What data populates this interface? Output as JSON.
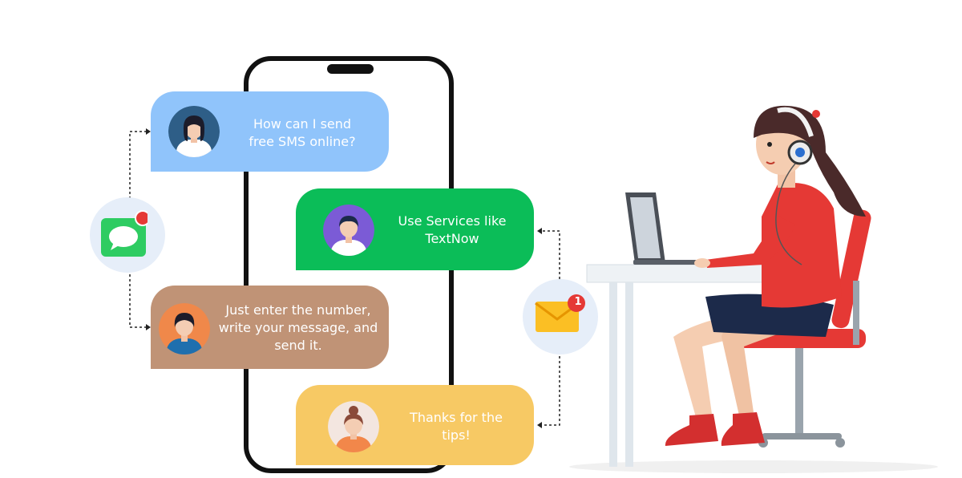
{
  "messages": [
    {
      "text_line1": "How can I send",
      "text_line2": "free SMS online?",
      "color": "#90c4fb"
    },
    {
      "text_line1": "Use Services like",
      "text_line2": "TextNow",
      "color": "#0bbd58"
    },
    {
      "text_line1": "Just enter the number,",
      "text_line2": "write your message, and",
      "text_line3": "send it.",
      "color": "#c09376"
    },
    {
      "text_line1": "Thanks for the",
      "text_line2": "tips!",
      "color": "#f7c964"
    }
  ],
  "icons": {
    "chat_icon": "chat-bubble-icon",
    "mail_icon": "envelope-icon",
    "mail_badge": "1"
  }
}
